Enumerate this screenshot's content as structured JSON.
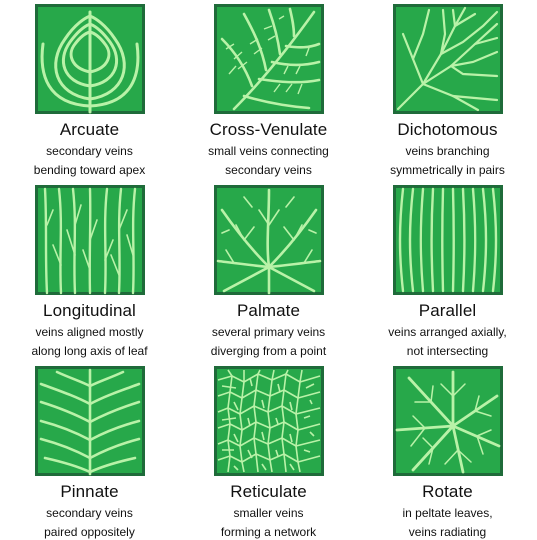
{
  "colors": {
    "tile_border": "#1f6b3a",
    "tile_fill": "#27a84a",
    "vein": "#b9f2a8",
    "text": "#111111"
  },
  "patterns": [
    {
      "name": "Arcuate",
      "desc1": "secondary veins",
      "desc2": "bending toward apex"
    },
    {
      "name": "Cross-Venulate",
      "desc1": "small veins connecting",
      "desc2": "secondary veins"
    },
    {
      "name": "Dichotomous",
      "desc1": "veins branching",
      "desc2": "symmetrically in pairs"
    },
    {
      "name": "Longitudinal",
      "desc1": "veins aligned mostly",
      "desc2": "along long axis of leaf"
    },
    {
      "name": "Palmate",
      "desc1": "several primary veins",
      "desc2": "diverging from a point"
    },
    {
      "name": "Parallel",
      "desc1": "veins arranged axially,",
      "desc2": "not intersecting"
    },
    {
      "name": "Pinnate",
      "desc1": "secondary veins",
      "desc2": "paired oppositely"
    },
    {
      "name": "Reticulate",
      "desc1": "smaller veins",
      "desc2": "forming a network"
    },
    {
      "name": "Rotate",
      "desc1": "in peltate leaves,",
      "desc2": "veins radiating"
    }
  ]
}
